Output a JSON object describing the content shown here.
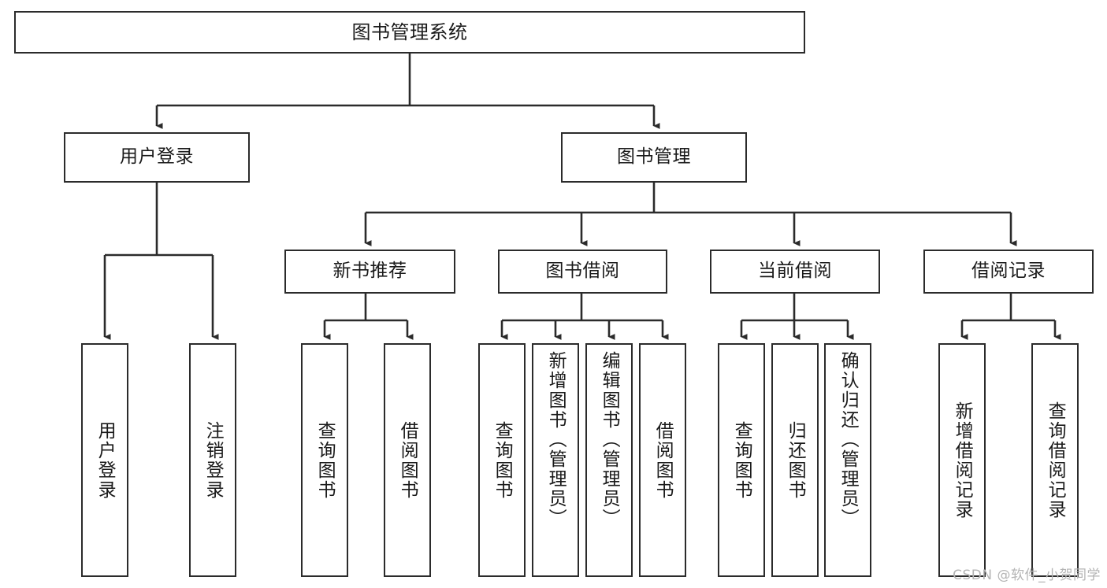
{
  "diagram": {
    "type": "tree",
    "title": "图书管理系统",
    "stroke_color": "#2b2b2b",
    "fill_color": "#ffffff",
    "text_color": "#1a1a1a",
    "nodes": {
      "root": {
        "label": "图书管理系统"
      },
      "level2": [
        {
          "id": "user-login",
          "label": "用户登录"
        },
        {
          "id": "book-manage",
          "label": "图书管理"
        }
      ],
      "level3": [
        {
          "id": "new-book-recommend",
          "label": "新书推荐"
        },
        {
          "id": "book-borrow",
          "label": "图书借阅"
        },
        {
          "id": "current-borrow",
          "label": "当前借阅"
        },
        {
          "id": "borrow-record",
          "label": "借阅记录"
        }
      ],
      "leaves": [
        {
          "id": "leaf-user-login",
          "label": "用户登录",
          "parent": "user-login"
        },
        {
          "id": "leaf-user-logout",
          "label": "注销登录",
          "parent": "user-login"
        },
        {
          "id": "leaf-query-book-1",
          "label": "查询图书",
          "parent": "new-book-recommend"
        },
        {
          "id": "leaf-borrow-book-1",
          "label": "借阅图书",
          "parent": "new-book-recommend"
        },
        {
          "id": "leaf-query-book-2",
          "label": "查询图书",
          "parent": "book-borrow"
        },
        {
          "id": "leaf-add-book",
          "label": "新增图书（管理员）",
          "parent": "book-borrow"
        },
        {
          "id": "leaf-edit-book",
          "label": "编辑图书（管理员）",
          "parent": "book-borrow"
        },
        {
          "id": "leaf-borrow-book-2",
          "label": "借阅图书",
          "parent": "book-borrow"
        },
        {
          "id": "leaf-query-book-3",
          "label": "查询图书",
          "parent": "current-borrow"
        },
        {
          "id": "leaf-return-book",
          "label": "归还图书",
          "parent": "current-borrow"
        },
        {
          "id": "leaf-confirm-return",
          "label": "确认归还（管理员）",
          "parent": "current-borrow"
        },
        {
          "id": "leaf-add-record",
          "label": "新增借阅记录",
          "parent": "borrow-record"
        },
        {
          "id": "leaf-query-record",
          "label": "查询借阅记录",
          "parent": "borrow-record"
        }
      ]
    }
  },
  "watermark": {
    "text": "CSDN @软件_小贺同学"
  }
}
